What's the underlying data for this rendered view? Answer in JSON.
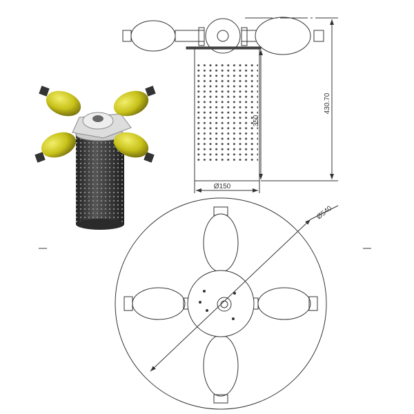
{
  "dimensions": {
    "overall_height": "430.70",
    "cylinder_height": "350",
    "cylinder_diameter": "Ø150",
    "span_diameter": "Ø540"
  },
  "colors": {
    "line": "#333333",
    "float_yellow": "#c8c21a",
    "body_dark": "#3a3a3a"
  }
}
